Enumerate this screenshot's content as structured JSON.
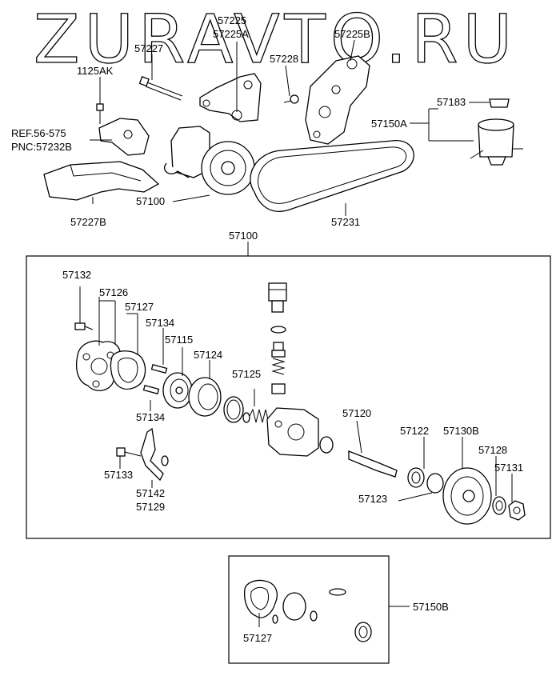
{
  "watermark": "ZURAVTO.RU",
  "top_labels": {
    "p57225": "57225",
    "p57225A": "57225A",
    "p57227": "57227",
    "p57228": "57228",
    "p57225B": "57225B",
    "p1125AK": "1125AK",
    "ref": "REF.56-575",
    "pnc": "PNC:57232B",
    "p57183": "57183",
    "p57150A": "57150A",
    "p57100a": "57100",
    "p57227B": "57227B",
    "p57231": "57231",
    "p57100b": "57100"
  },
  "main_labels": {
    "p57132": "57132",
    "p57126": "57126",
    "p57127": "57127",
    "p57134a": "57134",
    "p57115": "57115",
    "p57124": "57124",
    "p57125": "57125",
    "p57134b": "57134",
    "p57120": "57120",
    "p57122": "57122",
    "p57130B": "57130B",
    "p57128": "57128",
    "p57131": "57131",
    "p57133": "57133",
    "p57142": "57142",
    "p57129": "57129",
    "p57123": "57123"
  },
  "kit_labels": {
    "p57127": "57127",
    "p57150B": "57150B"
  }
}
